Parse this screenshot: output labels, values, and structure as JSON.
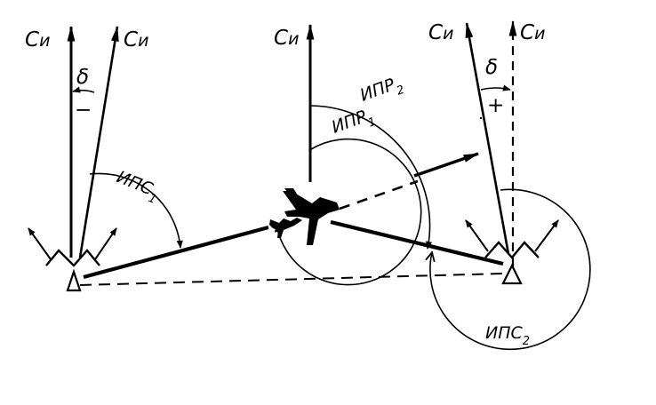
{
  "labels": {
    "north_left_1": "С",
    "north_left_1_sub": "и",
    "north_left_2": "С",
    "north_left_2_sub": "и",
    "north_center": "С",
    "north_center_sub": "и",
    "north_right_1": "С",
    "north_right_1_sub": "и",
    "north_right_2": "С",
    "north_right_2_sub": "и",
    "delta_left": "δ",
    "delta_right": "δ",
    "sign_minus": "−",
    "sign_plus": "+",
    "ips1_main": "ИПС",
    "ips1_sub": "1",
    "ips2_main": "ИПС",
    "ips2_sub": "2",
    "ipr1_main": "ИПР",
    "ipr1_sub": "1",
    "ipr2_main": "ИПР",
    "ipr2_sub": "2"
  },
  "colors": {
    "ink": "#000000",
    "paper": "#ffffff"
  }
}
